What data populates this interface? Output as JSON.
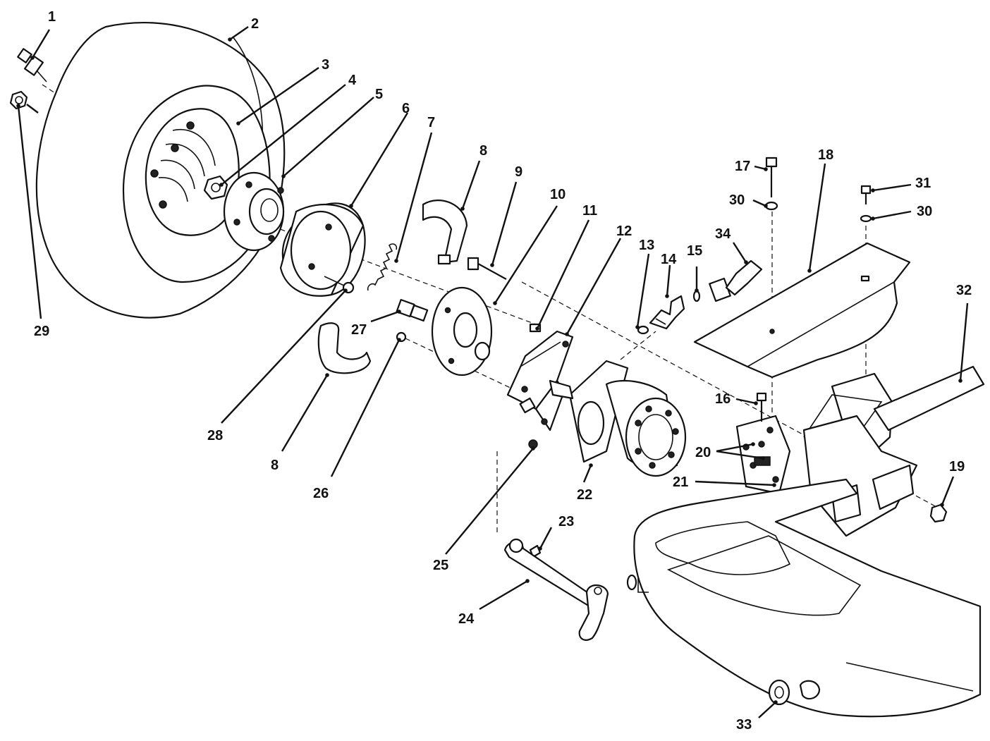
{
  "callouts": {
    "c1": "1",
    "c2": "2",
    "c3": "3",
    "c4": "4",
    "c5": "5",
    "c6": "6",
    "c7": "7",
    "c8a": "8",
    "c8b": "8",
    "c9": "9",
    "c10": "10",
    "c11": "11",
    "c12": "12",
    "c13": "13",
    "c14": "14",
    "c15": "15",
    "c16": "16",
    "c17": "17",
    "c18": "18",
    "c19": "19",
    "c20": "20",
    "c21": "21",
    "c22": "22",
    "c23": "23",
    "c24": "24",
    "c25": "25",
    "c26": "26",
    "c27": "27",
    "c28": "28",
    "c29": "29",
    "c30a": "30",
    "c30b": "30",
    "c31": "31",
    "c32": "32",
    "c33": "33",
    "c34": "34"
  },
  "colors": {
    "line": "#111111",
    "background": "#ffffff"
  }
}
